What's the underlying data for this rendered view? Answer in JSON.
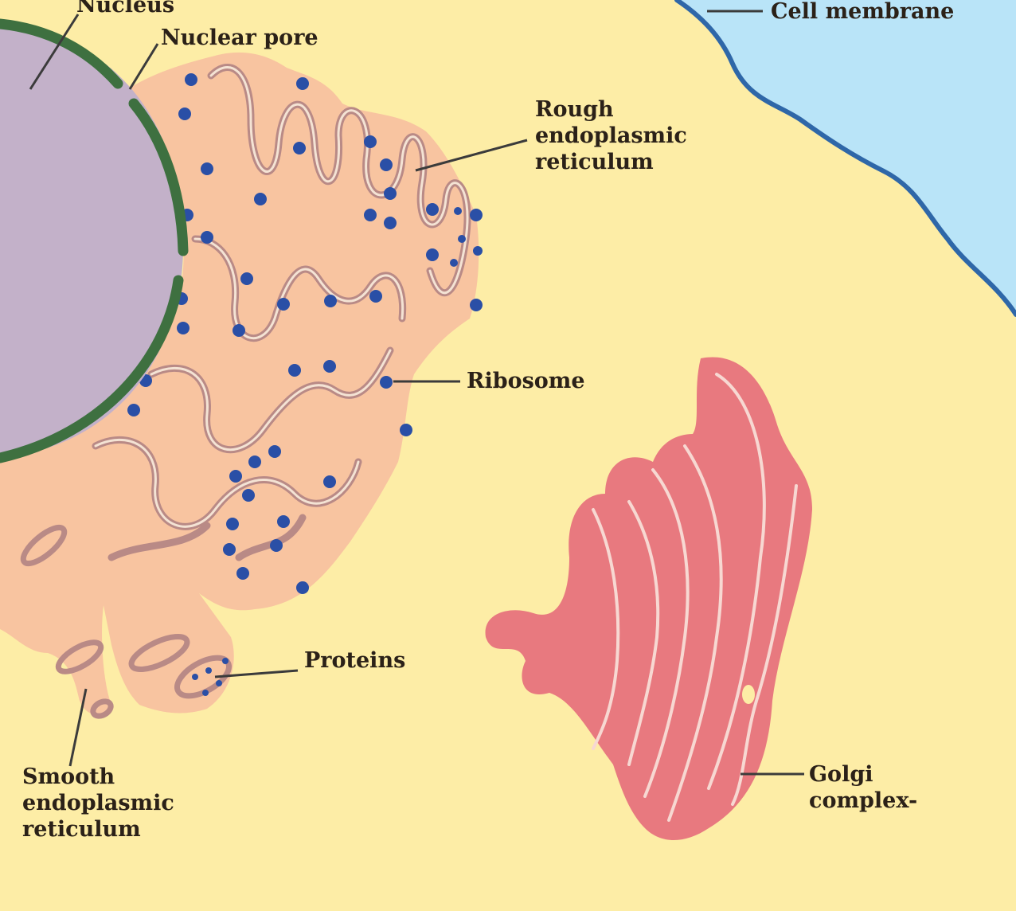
{
  "colors": {
    "cytoplasm": "#fdeda6",
    "extracellular": "#b9e4f8",
    "membrane": "#2f67a8",
    "nucleus": "#c3b1c9",
    "nuclear_envelope": "#3e7040",
    "er": "#f8c4a0",
    "er_lumen_outline": "#b98a86",
    "ribosome": "#2a4fa6",
    "golgi": "#e8797f",
    "leader": "#3b3b3b"
  },
  "labels": {
    "nucleus": "Nucleus",
    "nuclear_pore": "Nuclear pore",
    "cell_membrane": "Cell membrane",
    "rough_er": [
      "Rough",
      "endoplasmic",
      "reticulum"
    ],
    "ribosome": "Ribosome",
    "proteins": "Proteins",
    "smooth_er": [
      "Smooth",
      "endoplasmic",
      "reticulum"
    ],
    "golgi": [
      "Golgi",
      "complex-"
    ]
  }
}
